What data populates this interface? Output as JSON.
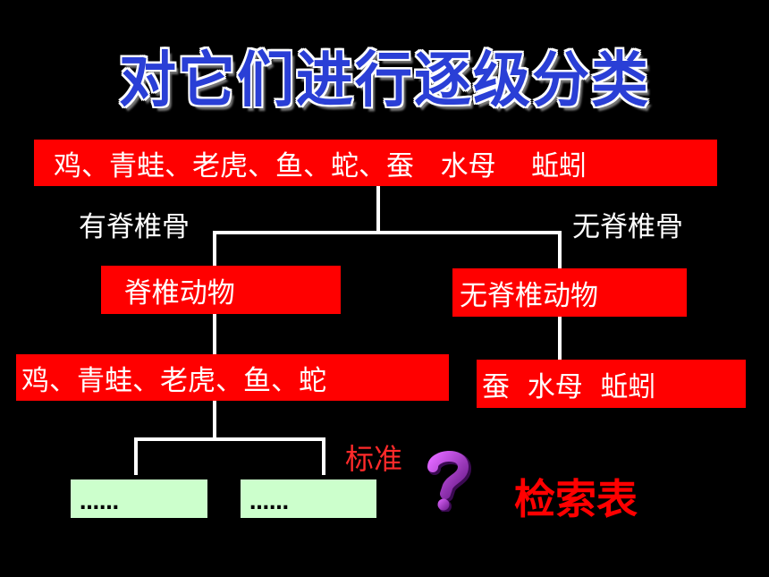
{
  "title": "对它们进行逐级分类",
  "root": {
    "text": "鸡、青蛙、老虎、鱼、蛇、蚕   水母    蚯蚓"
  },
  "branches": {
    "left_label": "有脊椎骨",
    "right_label": "无脊椎骨"
  },
  "level1": {
    "left": "  脊椎动物",
    "right": "无脊椎动物"
  },
  "level2": {
    "left": "鸡、青蛙、老虎、鱼、蛇",
    "right": "蚕  水母  蚯蚓"
  },
  "level3": {
    "left": "……",
    "right": "……"
  },
  "criterion_label": "标准",
  "key_table_label": "检索表",
  "colors": {
    "background": "#000000",
    "box_red": "#ff0000",
    "box_green": "#ccffcc",
    "title_blue": "#2a3fd6"
  },
  "icons": {
    "question": "question-mark-icon"
  }
}
